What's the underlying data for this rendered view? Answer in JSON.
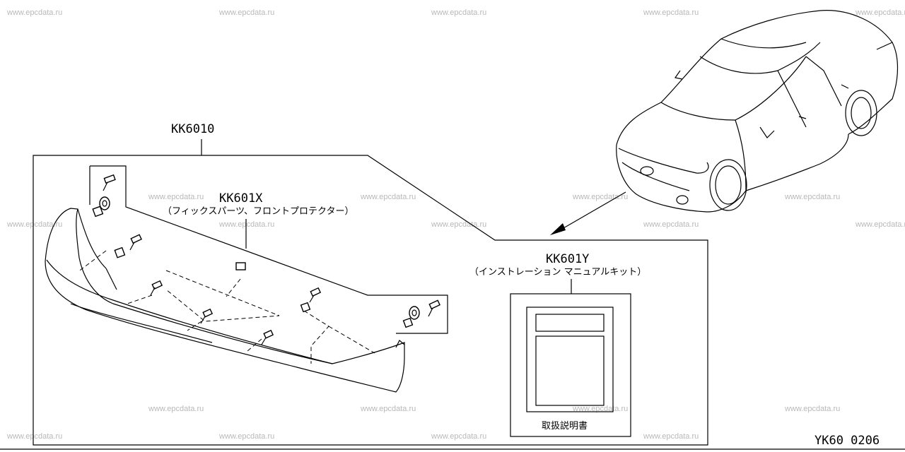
{
  "watermark": "www.epcdata.ru",
  "diagram_code": "YK60 0206",
  "parts": {
    "kit": {
      "code": "KK6010"
    },
    "fix_parts": {
      "code": "KK601X",
      "desc": "（フィックスパーツ、フロントプロテクター）"
    },
    "manual_kit": {
      "code": "KK601Y",
      "desc": "（インストレーション マニュアルキット）"
    }
  },
  "manual_label": "取扱説明書",
  "icons": [
    "car-illustration",
    "front-protector-illustration",
    "manual-booklet-icon",
    "screw-icon",
    "clip-icon",
    "washer-icon"
  ]
}
